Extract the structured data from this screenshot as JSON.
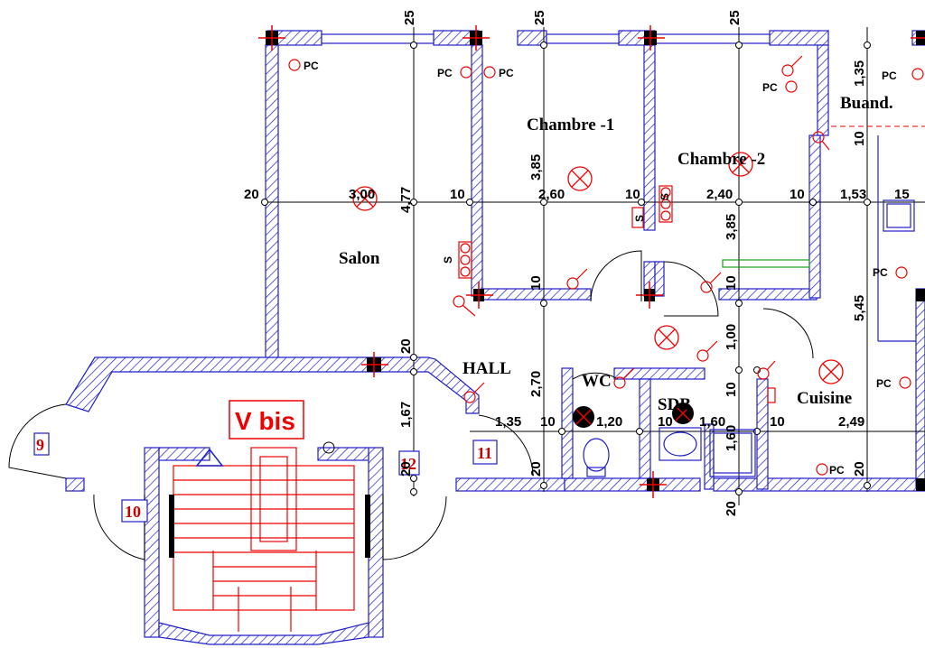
{
  "rooms": {
    "salon": "Salon",
    "chambre1": "Chambre -1",
    "chambre2": "Chambre -2",
    "buanderie": "Buand.",
    "hall": "HALL",
    "wc": "WC",
    "sdb": "SDB",
    "cuisine": "Cuisine"
  },
  "building_label": "V bis",
  "outlet_label": "PC",
  "switch_label": "S",
  "door_tags": [
    "9",
    "10",
    "11",
    "12"
  ],
  "dimensions": {
    "top_walls": [
      "25",
      "25",
      "25"
    ],
    "horizontal_row": [
      "20",
      "3,00",
      "10",
      "2,60",
      "10",
      "2,40",
      "10",
      "1,53",
      "15"
    ],
    "lower_row": [
      "1,35",
      "10",
      "1,20",
      "10",
      "1,60",
      "10",
      "2,49"
    ],
    "vertical_salon": [
      "4,77",
      "20",
      "1,67",
      "20"
    ],
    "vertical_ch1": [
      "3,85",
      "10",
      "2,70"
    ],
    "vertical_ch2": [
      "3,85",
      "10",
      "1,00",
      "10",
      "1,60",
      "20"
    ],
    "vertical_right": [
      "1,35",
      "10",
      "5,45",
      "20"
    ]
  },
  "colors": {
    "wall": "#1f1fc8",
    "symbol": "#e00000",
    "column": "#000000",
    "fixture": "#1f1fc8",
    "shelf": "#1a9e1a",
    "axis": "#000000"
  }
}
